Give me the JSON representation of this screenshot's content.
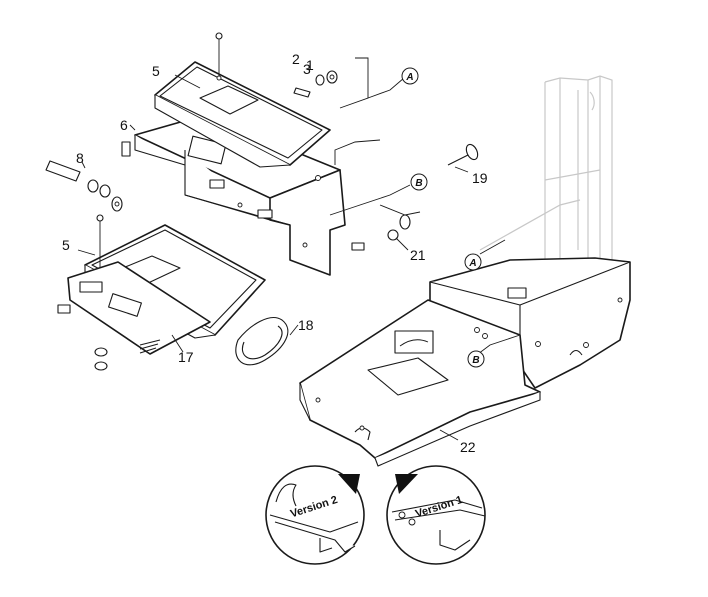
{
  "part_numbers": {
    "p1": "1",
    "p2": "2",
    "p3": "3",
    "p5_top": "5",
    "p5_bottom": "5",
    "p6": "6",
    "p8": "8",
    "p17": "17",
    "p18": "18",
    "p19": "19",
    "p21": "21",
    "p22": "22"
  },
  "callouts": {
    "a_right": "A",
    "a_chassis": "A",
    "b_right": "B",
    "b_chassis": "B"
  },
  "versions": {
    "left": "Version 2",
    "right": "Version 1"
  }
}
